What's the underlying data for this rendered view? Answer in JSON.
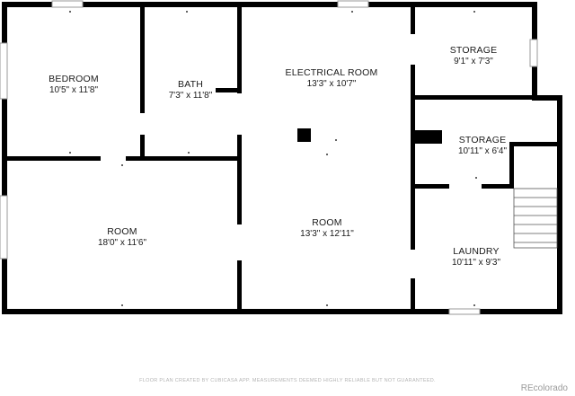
{
  "rooms": {
    "bedroom": {
      "name": "BEDROOM",
      "dims": "10'5\" x 11'8\""
    },
    "bath": {
      "name": "BATH",
      "dims": "7'3\" x 11'8\""
    },
    "electrical": {
      "name": "ELECTRICAL ROOM",
      "dims": "13'3\" x 10'7\""
    },
    "storage1": {
      "name": "STORAGE",
      "dims": "9'1\" x 7'3\""
    },
    "storage2": {
      "name": "STORAGE",
      "dims": "10'11\" x 6'4\""
    },
    "room_left": {
      "name": "ROOM",
      "dims": "18'0\" x 11'6\""
    },
    "room_center": {
      "name": "ROOM",
      "dims": "13'3\" x 12'11\""
    },
    "laundry": {
      "name": "LAUNDRY",
      "dims": "10'11\" x 9'3\""
    }
  },
  "footer": {
    "disclaimer": "FLOOR PLAN CREATED BY CUBICASA APP. MEASUREMENTS DEEMED HIGHLY RELIABLE BUT NOT GUARANTEED.",
    "brand": "REcolorado"
  },
  "colors": {
    "wall": "#000000",
    "background": "#ffffff",
    "window": "#9a9a9a"
  }
}
